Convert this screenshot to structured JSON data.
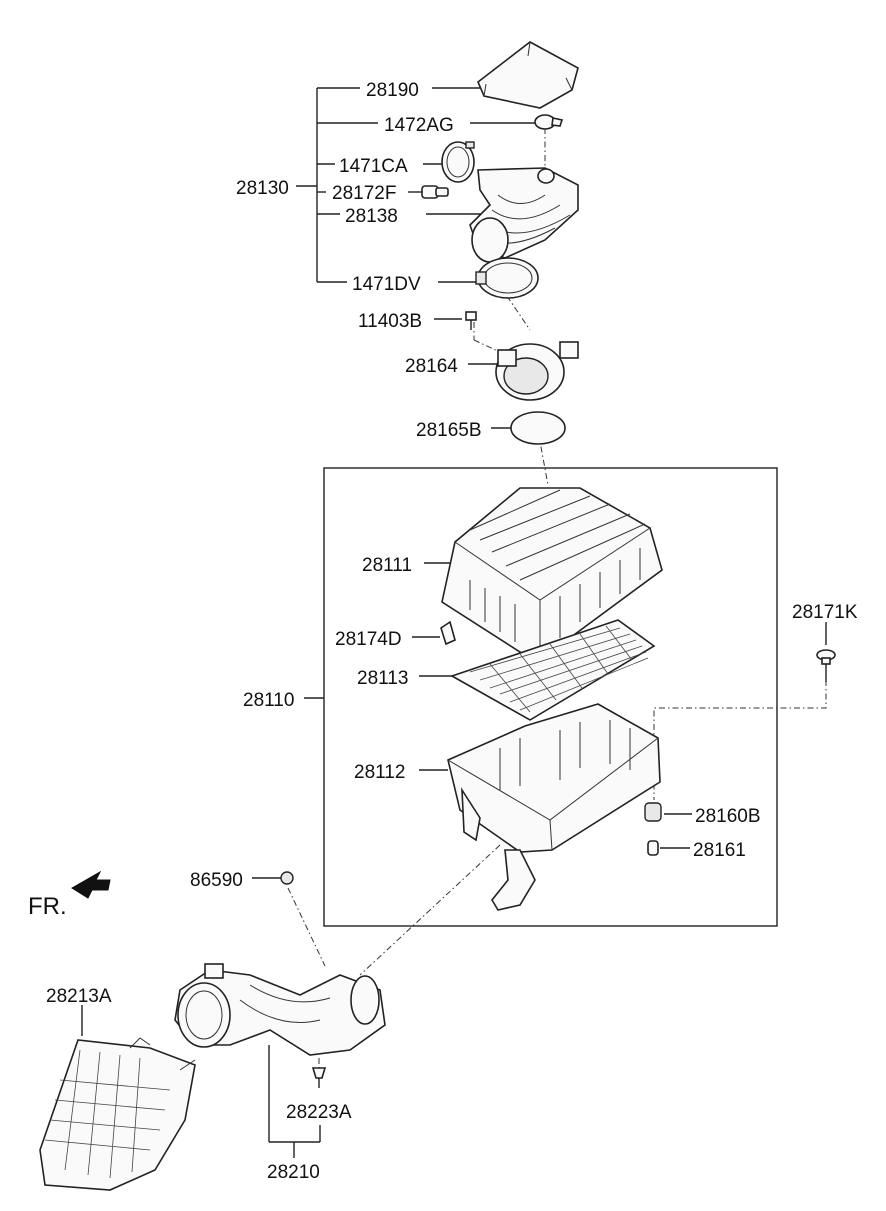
{
  "labels": {
    "p28190": "28190",
    "p1472AG": "1472AG",
    "p1471CA": "1471CA",
    "p28130": "28130",
    "p28172F": "28172F",
    "p28138": "28138",
    "p1471DV": "1471DV",
    "p11403B": "11403B",
    "p28164": "28164",
    "p28165B": "28165B",
    "p28111": "28111",
    "p28171K": "28171K",
    "p28174D": "28174D",
    "p28113": "28113",
    "p28110": "28110",
    "p28112": "28112",
    "p28160B": "28160B",
    "p28161": "28161",
    "p86590": "86590",
    "p28213A": "28213A",
    "p28223A": "28223A",
    "p28210": "28210"
  },
  "direction_marker": "FR."
}
